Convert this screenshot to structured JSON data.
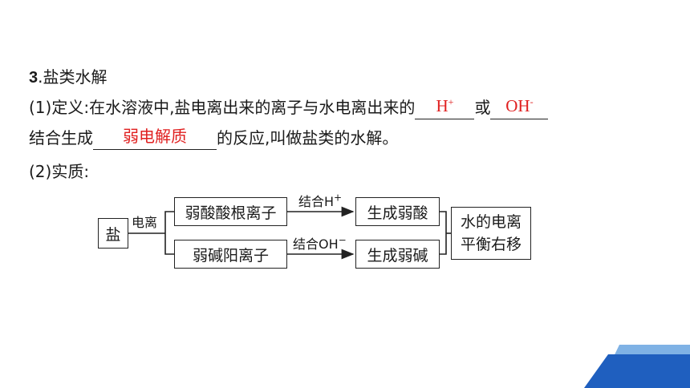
{
  "section": {
    "number": "3",
    "title": ".盐类水解"
  },
  "definition": {
    "prefix": "(1)定义:在水溶液中,盐电离出来的离子与水电离出来的",
    "blank1_base": "H",
    "blank1_sup": "+",
    "middle": "或",
    "blank2_base": "OH",
    "blank2_sup": "-",
    "line2_prefix": "结合生成",
    "blank3": "弱电解质",
    "line2_suffix": "的反应,叫做盐类的水解。"
  },
  "essence_label": "(2)实质:",
  "diagram": {
    "salt": "盐",
    "ionize_label": "电离",
    "anion_box": "弱酸酸根离子",
    "cation_box": "弱碱阳离子",
    "combine_h_label": "结合H",
    "combine_h_sup": "+",
    "combine_oh_label": "结合OH",
    "combine_oh_sup": "−",
    "weak_acid_box": "生成弱酸",
    "weak_base_box": "生成弱碱",
    "result_line1": "水的电离",
    "result_line2": "平衡右移"
  },
  "colors": {
    "answer": "#e02020",
    "accent_blue_dark": "#1f5fbf",
    "accent_blue_light": "#6fa8e0"
  }
}
